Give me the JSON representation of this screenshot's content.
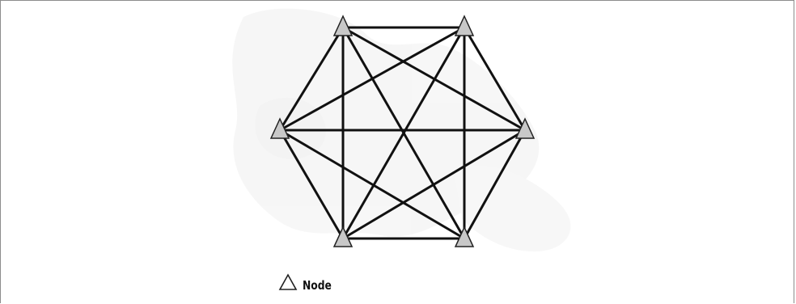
{
  "diagram": {
    "nodes": [
      {
        "id": "n1",
        "shape": "triangle"
      },
      {
        "id": "n2",
        "shape": "triangle"
      },
      {
        "id": "n3",
        "shape": "triangle"
      },
      {
        "id": "n4",
        "shape": "triangle"
      },
      {
        "id": "n5",
        "shape": "triangle"
      },
      {
        "id": "n6",
        "shape": "triangle"
      }
    ],
    "topology": "full-mesh",
    "edges": [
      [
        "n1",
        "n2"
      ],
      [
        "n1",
        "n3"
      ],
      [
        "n1",
        "n4"
      ],
      [
        "n1",
        "n5"
      ],
      [
        "n1",
        "n6"
      ],
      [
        "n2",
        "n3"
      ],
      [
        "n2",
        "n4"
      ],
      [
        "n2",
        "n5"
      ],
      [
        "n2",
        "n6"
      ],
      [
        "n3",
        "n4"
      ],
      [
        "n3",
        "n5"
      ],
      [
        "n3",
        "n6"
      ],
      [
        "n4",
        "n5"
      ],
      [
        "n4",
        "n6"
      ],
      [
        "n5",
        "n6"
      ]
    ],
    "colors": {
      "edge": "#111111",
      "node_fill": "#c8c8c8",
      "node_stroke": "#222222",
      "watermark": "#ececec",
      "frame": "#8c8c8c"
    }
  },
  "legend": {
    "label": "Node",
    "icon": "triangle-node-icon"
  }
}
